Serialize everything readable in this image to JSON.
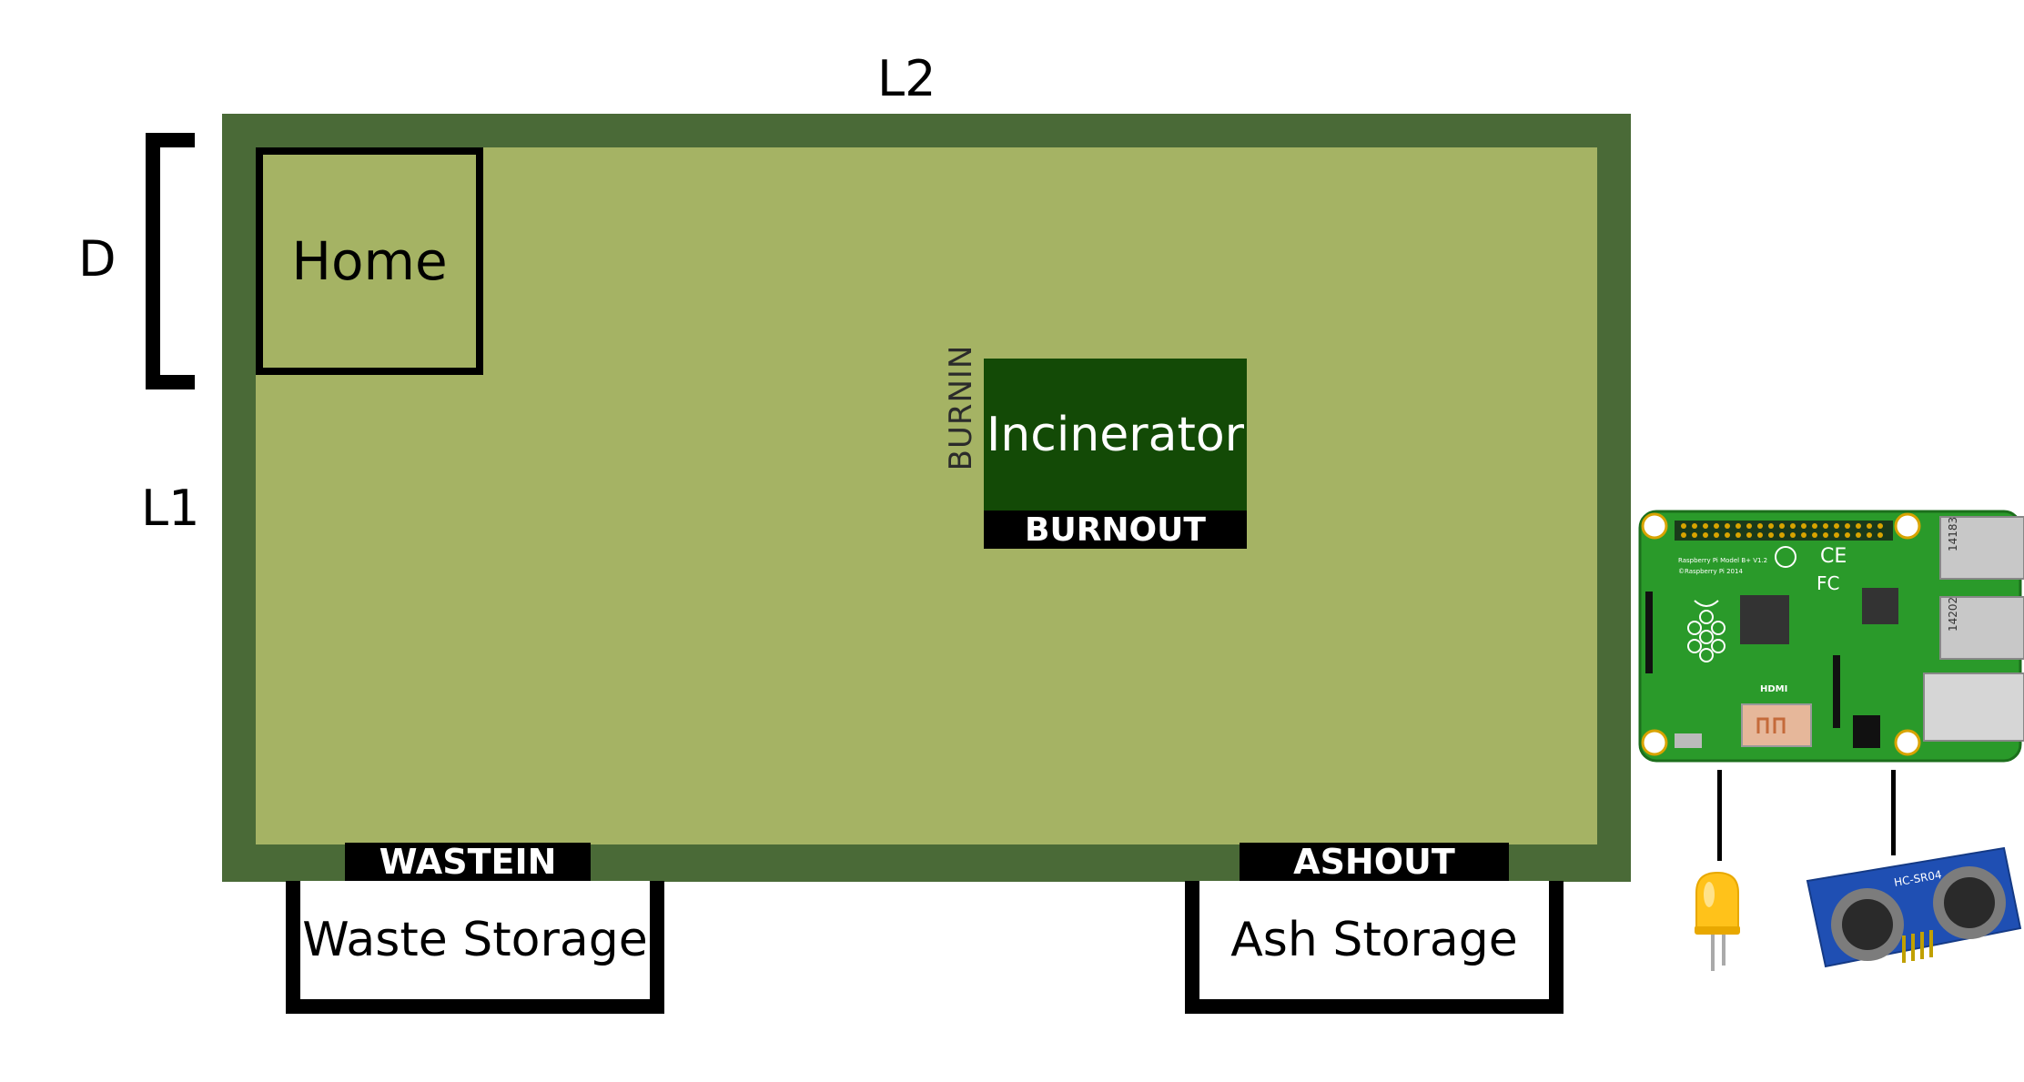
{
  "dimensions": {
    "d": "D",
    "l1": "L1",
    "l2": "L2"
  },
  "zones": {
    "home": "Home",
    "incinerator": "Incinerator",
    "burnin": "BURNIN",
    "burnout": "BURNOUT",
    "wastein": "WASTEIN",
    "ashout": "ASHOUT",
    "waste_storage": "Waste Storage",
    "ash_storage": "Ash Storage"
  },
  "hardware": {
    "board_text": {
      "model": "Raspberry Pi Model B+ V1.2",
      "copyright": "©Raspberry Pi 2014",
      "hdmi": "HDMI",
      "usb_top": "14183",
      "usb_bottom": "14202",
      "sensor": "HC-SR04"
    }
  },
  "colors": {
    "arena_border": "#4a6a37",
    "arena_floor": "#a5b364",
    "incinerator": "#134a06",
    "pcb": "#2a9a2a"
  }
}
